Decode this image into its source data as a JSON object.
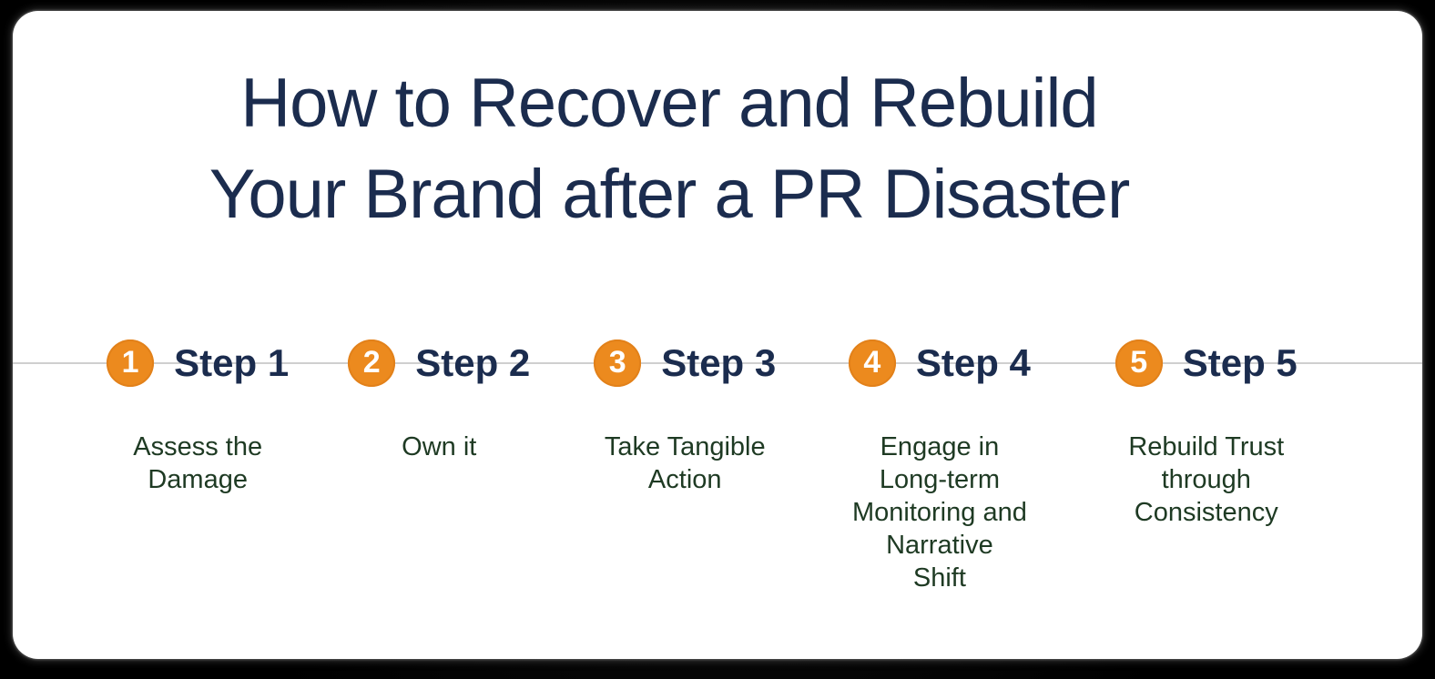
{
  "title": "How to Recover and Rebuild\nYour Brand after a PR Disaster",
  "colors": {
    "title_navy": "#1b2c4e",
    "badge_orange": "#ec8a1e",
    "description_green": "#1e3a23",
    "timeline_gray": "#cfcfcf",
    "card_background": "#ffffff",
    "outer_background": "#050505"
  },
  "steps": [
    {
      "number": "1",
      "label": "Step 1",
      "description": "Assess the\nDamage"
    },
    {
      "number": "2",
      "label": "Step 2",
      "description": "Own it"
    },
    {
      "number": "3",
      "label": "Step 3",
      "description": "Take Tangible\nAction"
    },
    {
      "number": "4",
      "label": "Step 4",
      "description": "Engage in\nLong-term\nMonitoring and\nNarrative\nShift"
    },
    {
      "number": "5",
      "label": "Step 5",
      "description": "Rebuild Trust\nthrough\nConsistency"
    }
  ]
}
